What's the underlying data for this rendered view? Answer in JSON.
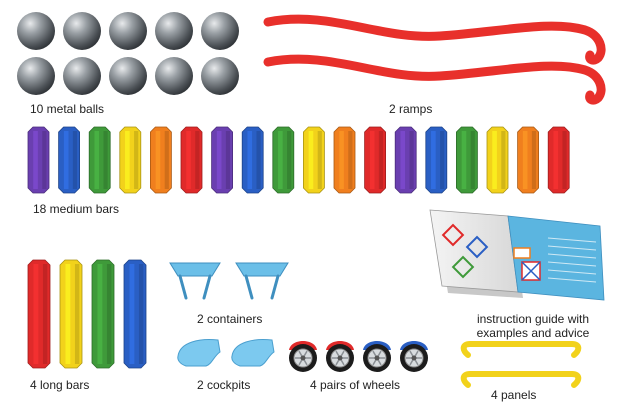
{
  "labels": {
    "balls": "10 metal balls",
    "ramps": "2 ramps",
    "medium_bars": "18 medium bars",
    "long_bars": "4  long bars",
    "containers": "2 containers",
    "cockpits": "2 cockpits",
    "wheels": "4 pairs of wheels",
    "guide_line1": "instruction guide with",
    "guide_line2": "examples and advice",
    "panels": "4 panels"
  },
  "colors": {
    "purple": "#6a3fb0",
    "blue": "#2a5fc4",
    "green": "#3f9a3a",
    "yellow": "#f2d21b",
    "orange": "#f07f1e",
    "red": "#e02a2a",
    "ramp": "#e8302b",
    "panel": "#f2d21b",
    "container": "#6bbfe8",
    "cockpit": "#7cc9ef",
    "metal": "#8a8f94"
  },
  "medium_bar_colors": [
    "purple",
    "blue",
    "green",
    "yellow",
    "orange",
    "red",
    "purple",
    "blue",
    "green",
    "yellow",
    "orange",
    "red",
    "purple",
    "blue",
    "green",
    "yellow",
    "orange",
    "red"
  ],
  "long_bar_colors": [
    "red",
    "yellow",
    "green",
    "blue"
  ],
  "wheel_caps": [
    "red",
    "red",
    "blue",
    "blue"
  ]
}
